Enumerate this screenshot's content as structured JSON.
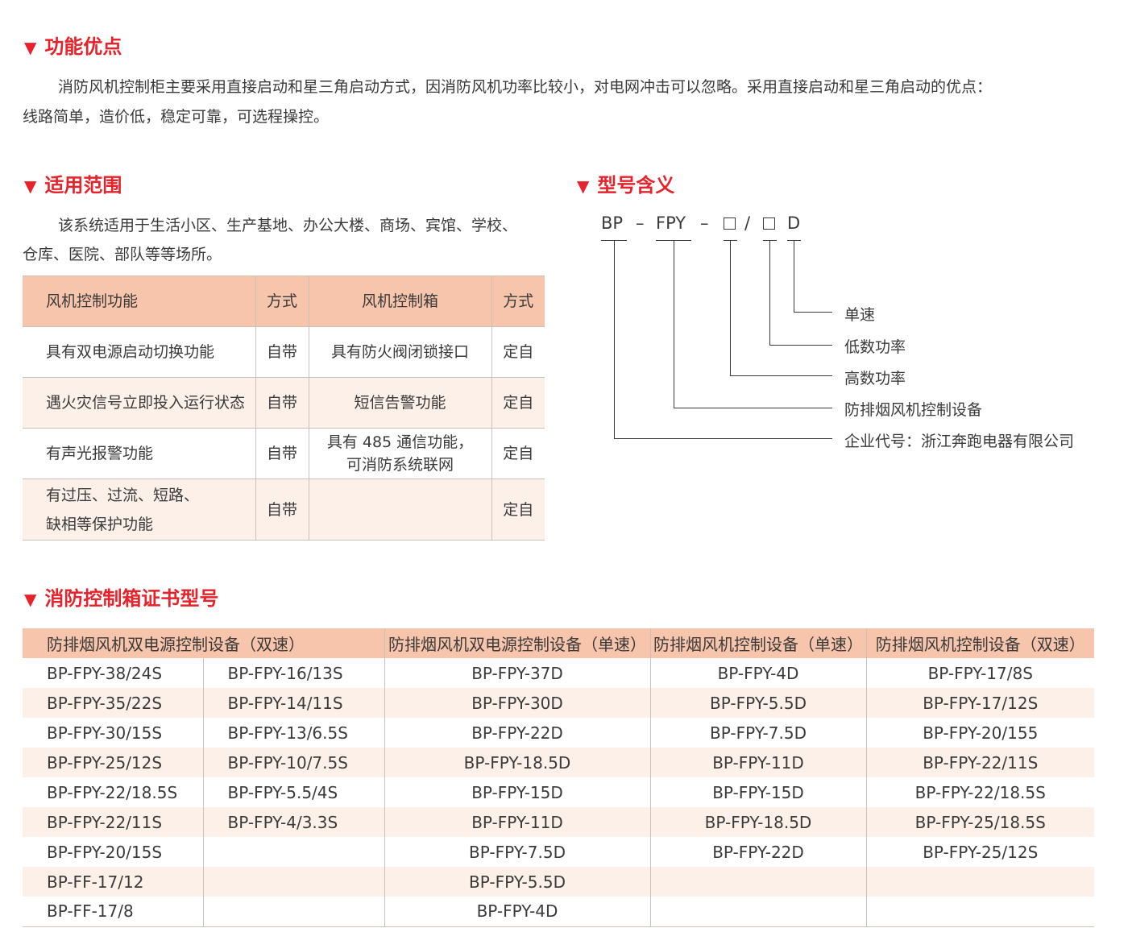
{
  "section_advantages": {
    "marker": "▼",
    "title": "功能优点",
    "para_line1": "消防风机控制柜主要采用直接启动和星三角启动方式，因消防风机功率比较小，对电网冲击可以忽略。采用直接启动和星三角启动的优点：",
    "para_line2": "线路简单，造价低，稳定可靠，可选程操控。"
  },
  "section_scope": {
    "marker": "▼",
    "title": "适用范围",
    "para_line1": "该系统适用于生活小区、生产基地、办公大楼、商场、宾馆、学校、",
    "para_line2": "仓库、医院、部队等等场所。",
    "table": {
      "headers": [
        "风机控制功能",
        "方式",
        "风机控制箱",
        "方式"
      ],
      "rows": [
        {
          "func": "具有双电源启动切换功能",
          "mode1": "自带",
          "box": "具有防火阀闭锁接口",
          "mode2": "定自"
        },
        {
          "func": "遇火灾信号立即投入运行状态",
          "mode1": "自带",
          "box": "短信告警功能",
          "mode2": "定自"
        },
        {
          "func": "有声光报警功能",
          "mode1": "自带",
          "box_line1": "具有 485 通信功能，",
          "box_line2": "可消防系统联网",
          "mode2": "定自"
        },
        {
          "func_line1": "有过压、过流、短路、",
          "func_line2": "缺相等保护功能",
          "mode1": "自带",
          "box": "",
          "mode2": "定自"
        }
      ]
    }
  },
  "section_model": {
    "marker": "▼",
    "title": "型号含义",
    "code": {
      "p1": "BP",
      "d1": "–",
      "p2": "FPY",
      "d2": "–",
      "slash": "/",
      "p5": "D"
    },
    "labels": {
      "l1": "单速",
      "l2": "低数功率",
      "l3": "高数功率",
      "l4": "防排烟风机控制设备",
      "l5": "企业代号：浙江奔跑电器有限公司"
    }
  },
  "section_cert": {
    "marker": "▼",
    "title": "消防控制箱证书型号",
    "headers": [
      "防排烟风机双电源控制设备（双速）",
      "防排烟风机双电源控制设备（单速）",
      "防排烟风机控制设备（单速）",
      "防排烟风机控制设备（双速）"
    ],
    "rows": [
      [
        "BP-FPY-38/24S",
        "BP-FPY-16/13S",
        "BP-FPY-37D",
        "BP-FPY-4D",
        "BP-FPY-17/8S"
      ],
      [
        "BP-FPY-35/22S",
        "BP-FPY-14/11S",
        "BP-FPY-30D",
        "BP-FPY-5.5D",
        "BP-FPY-17/12S"
      ],
      [
        "BP-FPY-30/15S",
        "BP-FPY-13/6.5S",
        "BP-FPY-22D",
        "BP-FPY-7.5D",
        "BP-FPY-20/155"
      ],
      [
        "BP-FPY-25/12S",
        "BP-FPY-10/7.5S",
        "BP-FPY-18.5D",
        "BP-FPY-11D",
        "BP-FPY-22/11S"
      ],
      [
        "BP-FPY-22/18.5S",
        "BP-FPY-5.5/4S",
        "BP-FPY-15D",
        "BP-FPY-15D",
        "BP-FPY-22/18.5S"
      ],
      [
        "BP-FPY-22/11S",
        "BP-FPY-4/3.3S",
        "BP-FPY-11D",
        "BP-FPY-18.5D",
        "BP-FPY-25/18.5S"
      ],
      [
        "BP-FPY-20/15S",
        "",
        "BP-FPY-7.5D",
        "BP-FPY-22D",
        "BP-FPY-25/12S"
      ],
      [
        "BP-FF-17/12",
        "",
        "BP-FPY-5.5D",
        "",
        ""
      ],
      [
        "BP-FF-17/8",
        "",
        "BP-FPY-4D",
        "",
        ""
      ]
    ]
  }
}
